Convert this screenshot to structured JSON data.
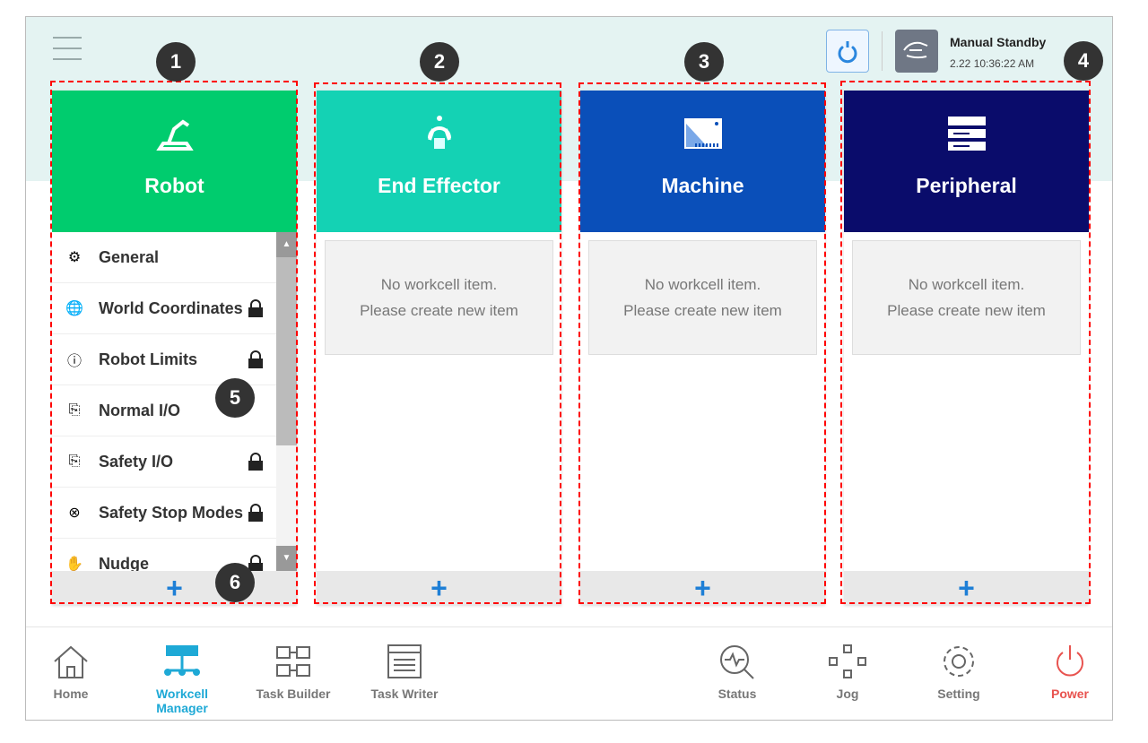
{
  "header": {
    "status": "Manual Standby",
    "time": "2.22 10:36:22 AM"
  },
  "columns": [
    {
      "title": "Robot",
      "color": "#00cc6e",
      "icon": "robot-arm-icon"
    },
    {
      "title": "End Effector",
      "color": "#14d2b4",
      "icon": "gripper-icon",
      "empty1": "No workcell item.",
      "empty2": "Please create new item"
    },
    {
      "title": "Machine",
      "color": "#0a4fb9",
      "icon": "machine-icon",
      "empty1": "No workcell item.",
      "empty2": "Please create new item"
    },
    {
      "title": "Peripheral",
      "color": "#0a0c6b",
      "icon": "peripheral-icon",
      "empty1": "No workcell item.",
      "empty2": "Please create new item"
    }
  ],
  "robot_items": [
    {
      "label": "General",
      "locked": false
    },
    {
      "label": "World Coordinates",
      "locked": true
    },
    {
      "label": "Robot Limits",
      "locked": true
    },
    {
      "label": "Normal I/O",
      "locked": false
    },
    {
      "label": "Safety I/O",
      "locked": true
    },
    {
      "label": "Safety Stop Modes",
      "locked": true
    },
    {
      "label": "Nudge",
      "locked": true
    }
  ],
  "add_label": "+",
  "nav": [
    "Home",
    "Workcell Manager",
    "Task Builder",
    "Task Writer",
    "Status",
    "Jog",
    "Setting",
    "Power"
  ],
  "nav_active": "Workcell Manager",
  "callouts": [
    "1",
    "2",
    "3",
    "4",
    "5",
    "6"
  ]
}
